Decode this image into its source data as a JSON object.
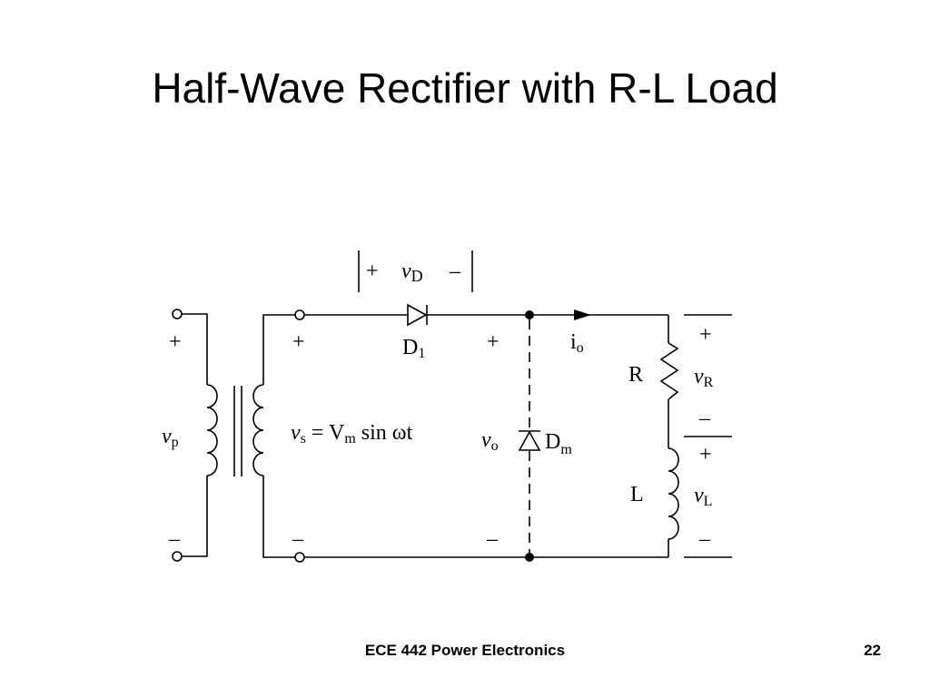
{
  "slide": {
    "title": "Half-Wave Rectifier with R-L Load",
    "footer_course": "ECE 442 Power Electronics",
    "page_number": "22"
  },
  "diagram": {
    "primary": {
      "plus": "+",
      "minus": "–",
      "v": "v",
      "sub": "p"
    },
    "secondary": {
      "plus": "+",
      "minus": "–",
      "eq_v": "v",
      "eq_sub": "s",
      "eq_mid": " = V",
      "eq_m": "m",
      "eq_end": " sin ωt"
    },
    "diode_voltage": {
      "plus": "+",
      "v": "v",
      "sub": "D",
      "minus": "–"
    },
    "diode_d1": {
      "main": "D",
      "sub": "1"
    },
    "output": {
      "plus": "+",
      "minus": "–",
      "v": "v",
      "sub": "o"
    },
    "freewheel": {
      "main": "D",
      "sub": "m"
    },
    "current": {
      "main": "i",
      "sub": "o"
    },
    "resistor": {
      "label": "R",
      "v": "v",
      "sub": "R",
      "plus": "+",
      "minus": "–"
    },
    "inductor": {
      "label": "L",
      "v": "v",
      "sub": "L",
      "plus": "+",
      "minus": "–"
    }
  }
}
